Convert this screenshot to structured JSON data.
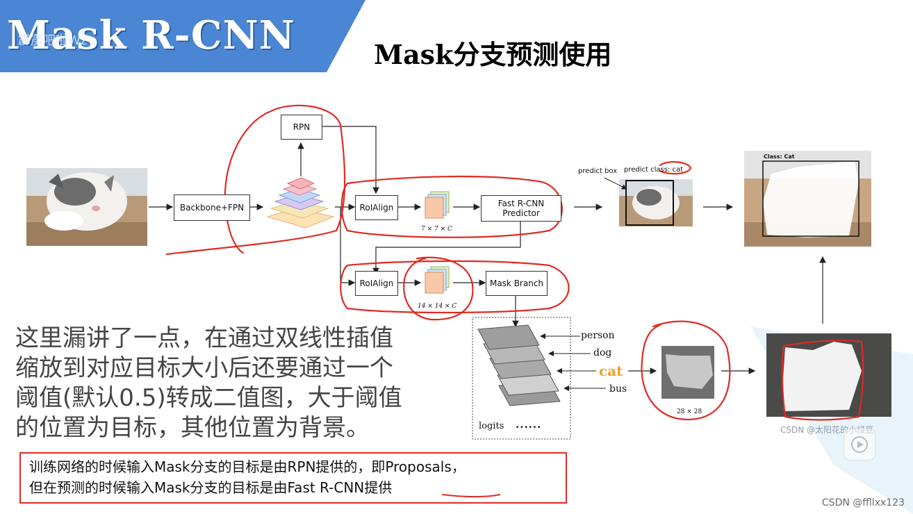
{
  "header": {
    "banner_title": "Mask R-CNN",
    "watermark": "霹雳吧啦Wz",
    "slide_title": "Mask分支预测使用"
  },
  "diagram": {
    "rpn": "RPN",
    "backbone": "Backbone+FPN",
    "roialign_top": "RoIAlign",
    "roialign_bottom": "RoIAlign",
    "fast_rcnn_line1": "Fast R-CNN",
    "fast_rcnn_line2": "Predictor",
    "mask_branch": "Mask Branch",
    "dim_top": "7 × 7 × C",
    "dim_bottom": "14 × 14 × C",
    "predict_box": "predict box",
    "predict_class": "predict class: cat",
    "class_cat": "Class: Cat",
    "logit_labels": [
      "person",
      "dog",
      "cat",
      "bus"
    ],
    "logits": "logits",
    "dots": "......",
    "mask_size": "28 × 28"
  },
  "note": {
    "lines": [
      "这里漏讲了一点，在通过双线性插值",
      "缩放到对应目标大小后还要通过一个",
      "阈值(默认0.5)转成二值图，大于阈值",
      "的位置为目标，其他位置为背景。"
    ]
  },
  "bottom_box": {
    "line1": "训练网络的时候输入Mask分支的目标是由RPN提供的，即Proposals，",
    "line2_prefix": "但在预测的时候输入Mask分支的目标是由",
    "line2_emph": "Fast R-CNN提供"
  },
  "watermarks": {
    "csdn_mid": "CSDN @太阳花的小绿豆",
    "csdn_corner": "CSDN @ffllxx123"
  },
  "colors": {
    "banner": "#4a86d4",
    "annotation_red": "#e02a22",
    "cat_label": "#f0a020"
  }
}
